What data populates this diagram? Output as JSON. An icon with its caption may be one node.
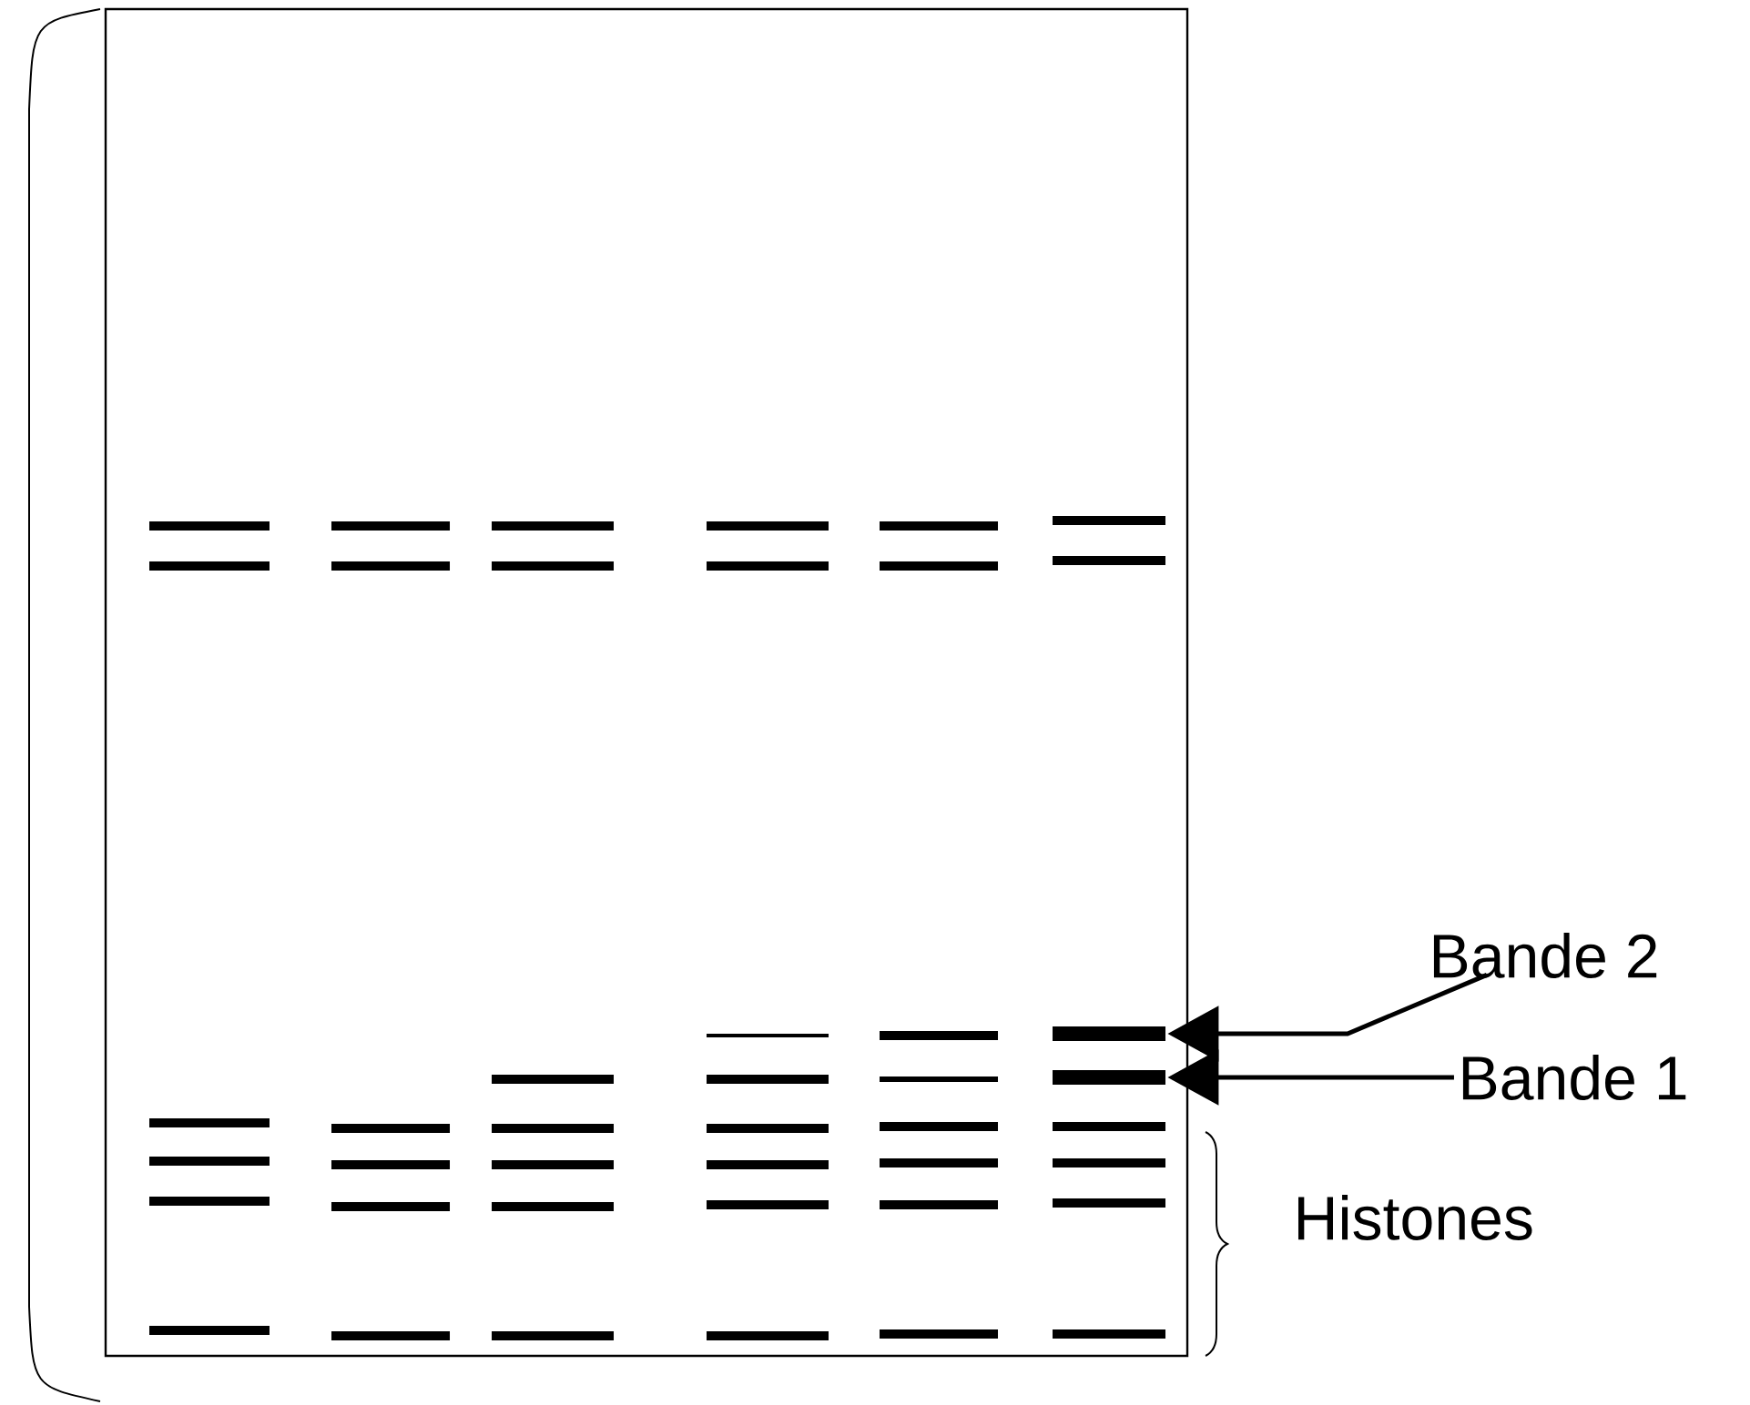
{
  "diagram": {
    "nodes": [
      {
        "text": [
          "Bande 2"
        ]
      },
      {
        "text": [
          "Bande 1"
        ]
      },
      {
        "text": [],
        "shape": "bar"
      },
      {
        "text": [],
        "shape": "bar"
      }
    ],
    "edges": [
      {
        "from": 0,
        "to": 2,
        "arrow": "to"
      },
      {
        "from": 1,
        "to": 3,
        "arrow": "to"
      }
    ],
    "labels": [
      "Histones"
    ]
  }
}
